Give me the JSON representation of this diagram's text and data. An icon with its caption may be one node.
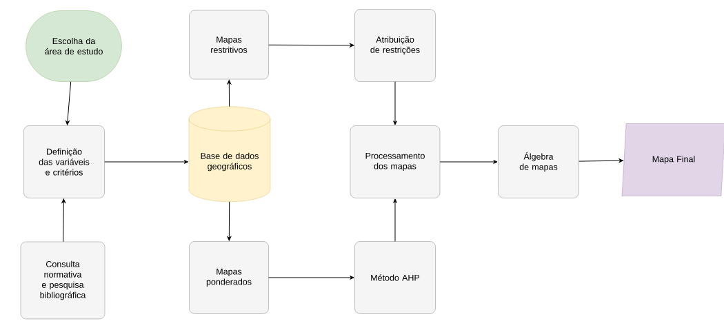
{
  "diagram": {
    "nodes": [
      {
        "text": [
          "Escolha da área de estudo"
        ]
      },
      {
        "text": [
          "Definição das variáveis e critérios"
        ]
      },
      {
        "text": [
          "Consulta normativa e pesquisa bibliográfica"
        ]
      },
      {
        "text": [
          "Mapas restritivos"
        ]
      },
      {
        "text": [
          "Base de dados geográficos"
        ]
      },
      {
        "text": [
          "Mapas ponderados"
        ]
      },
      {
        "text": [
          "Atribuição de restrições"
        ]
      },
      {
        "text": [
          "Processamento dos mapas"
        ]
      },
      {
        "text": [
          "Método AHP"
        ]
      },
      {
        "text": [
          "Álgebra de mapas"
        ]
      },
      {
        "text": [
          "Mapa Final"
        ]
      }
    ],
    "edges": [
      {
        "from": 0,
        "to": 1,
        "arrow": "to"
      },
      {
        "from": 2,
        "to": 1,
        "arrow": "to"
      },
      {
        "from": 1,
        "to": 4,
        "arrow": "to"
      },
      {
        "from": 4,
        "to": 3,
        "arrow": "to"
      },
      {
        "from": 4,
        "to": 5,
        "arrow": "to"
      },
      {
        "from": 3,
        "to": 6,
        "arrow": "to"
      },
      {
        "from": 6,
        "to": 7,
        "arrow": "to"
      },
      {
        "from": 5,
        "to": 8,
        "arrow": "to"
      },
      {
        "from": 8,
        "to": 7,
        "arrow": "to"
      },
      {
        "from": 7,
        "to": 9,
        "arrow": "to"
      },
      {
        "from": 9,
        "to": 10,
        "arrow": "to"
      }
    ]
  }
}
